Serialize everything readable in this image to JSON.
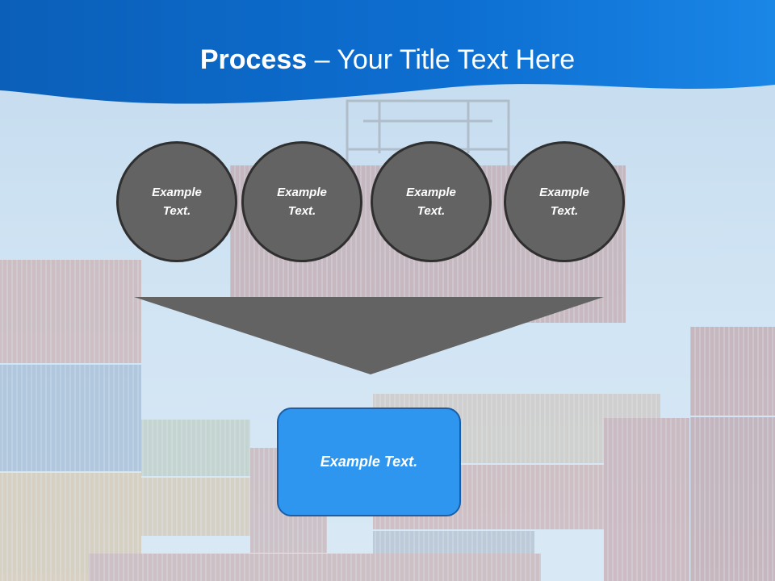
{
  "slide": {
    "title_bold": "Process",
    "title_rest": " – Your Title Text Here"
  },
  "circles": [
    {
      "text": "Example Text."
    },
    {
      "text": "Example Text."
    },
    {
      "text": "Example Text."
    },
    {
      "text": "Example Text."
    }
  ],
  "result_box": {
    "text": "Example Text."
  },
  "colors": {
    "header_blue": "#0a63c0",
    "circle_fill": "#636363",
    "circle_border": "#2f2f2f",
    "funnel_fill": "#636363",
    "box_fill": "#2e96ee",
    "box_border": "#1a5ea8"
  }
}
